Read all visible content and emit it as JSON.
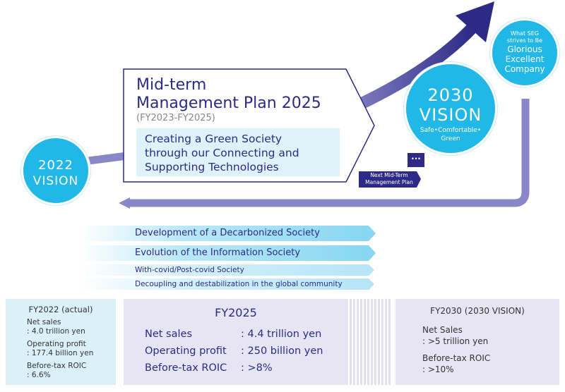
{
  "vision_2022": {
    "line1": "2022",
    "line2": "VISION"
  },
  "plan": {
    "title_line1": "Mid-term",
    "title_line2": "Management Plan 2025",
    "period": "(FY2023-FY2025)",
    "theme_line1": "Creating a Green Society",
    "theme_line2": "through our Connecting and",
    "theme_line3": "Supporting Technologies"
  },
  "next_plan": {
    "dots": "···",
    "line1": "Next Mid-Term",
    "line2": "Management Plan"
  },
  "vision_2030": {
    "line1": "2030",
    "line2": "VISION",
    "sub1": "Safe•Comfortable•",
    "sub2": "Green"
  },
  "seg_goal": {
    "line1": "What SEG",
    "line2": "strives to Be",
    "line3": "Glorious",
    "line4": "Excellent",
    "line5": "Company"
  },
  "trends": [
    {
      "label": "Development of a Decarbonized Society"
    },
    {
      "label": "Evolution of the Information Society"
    },
    {
      "label": "With-covid/Post-covid Society"
    },
    {
      "label": "Decoupling and destabilization in the global community"
    }
  ],
  "fy2022": {
    "title": "FY2022 (actual)",
    "net_sales_label": "Net sales",
    "net_sales_value": ": 4.0 trillion yen",
    "op_label": "Operating profit",
    "op_value": ": 177.4 billion yen",
    "roic_label": "Before-tax ROIC",
    "roic_value": ": 6.6%"
  },
  "fy2025": {
    "title": "FY2025",
    "net_sales_label": "Net sales",
    "net_sales_value": ": 4.4 trillion yen",
    "op_label": "Operating profit",
    "op_value": ": 250 billion yen",
    "roic_label": "Before-tax ROIC",
    "roic_value": ": >8%"
  },
  "fy2030": {
    "title": "FY2030 (2030 VISION)",
    "net_sales_label": "Net Sales",
    "net_sales_value": ": >5 trillion yen",
    "roic_label": "Before-tax ROIC",
    "roic_value": ": >10%"
  },
  "colors": {
    "navy": "#2d2a86",
    "cyan": "#21b7e6",
    "lavender": "#e7e5f3",
    "pale_cyan": "#daf1fa"
  }
}
